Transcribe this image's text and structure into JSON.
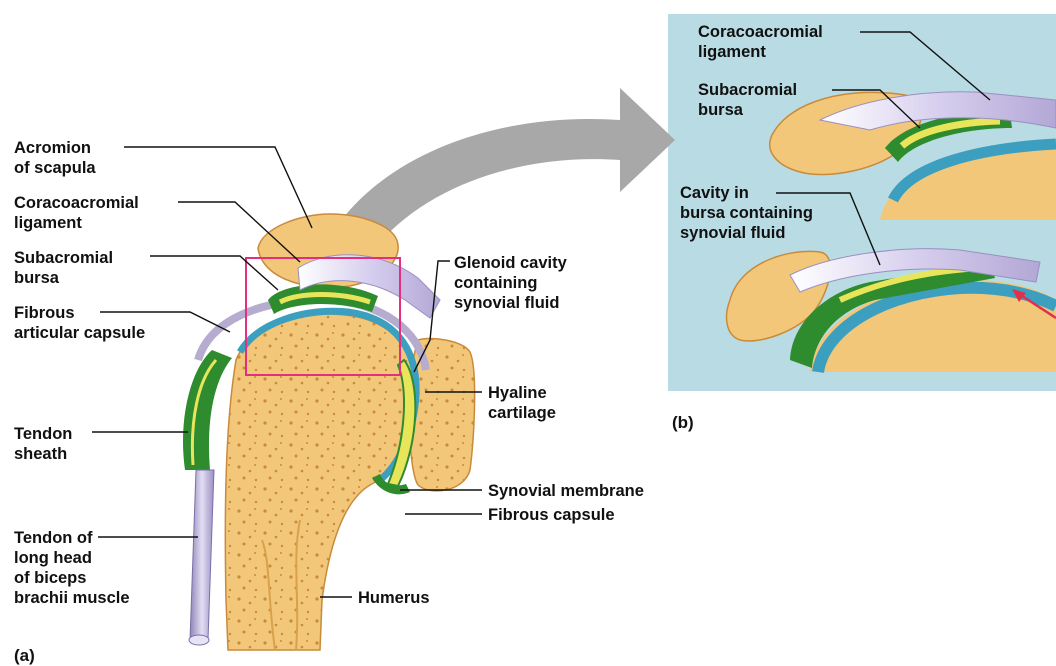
{
  "panel_a": {
    "label": "(a)",
    "callouts": {
      "acromion": "Acromion\nof scapula",
      "coracoacromial": "Coracoacromial\nligament",
      "subacromial": "Subacromial\nbursa",
      "fibrous_articular": "Fibrous\narticular capsule",
      "tendon_sheath": "Tendon\nsheath",
      "tendon_long_head": "Tendon of\nlong head\nof biceps\nbrachii muscle",
      "glenoid": "Glenoid cavity\ncontaining\nsynovial fluid",
      "hyaline": "Hyaline\ncartilage",
      "synovial_membrane": "Synovial membrane",
      "fibrous_capsule": "Fibrous capsule",
      "humerus": "Humerus"
    }
  },
  "panel_b": {
    "label": "(b)",
    "callouts": {
      "coracoacromial": "Coracoacromial\nligament",
      "subacromial": "Subacromial\nbursa",
      "cavity": "Cavity in\nbursa containing\nsynovial fluid"
    }
  },
  "colors": {
    "inset_background": "#b9dce4",
    "bone": "#f2c77a",
    "bone_dark": "#d9a24a",
    "bursa_green": "#2e8b2e",
    "bursa_yellow": "#e9e55a",
    "ligament": "#c9bfe0",
    "cartilage_blue": "#3d9fbf",
    "zoom_box": "#e0307f",
    "arrow_gray": "#a8a8a8",
    "pointer_red": "#e0304a"
  }
}
